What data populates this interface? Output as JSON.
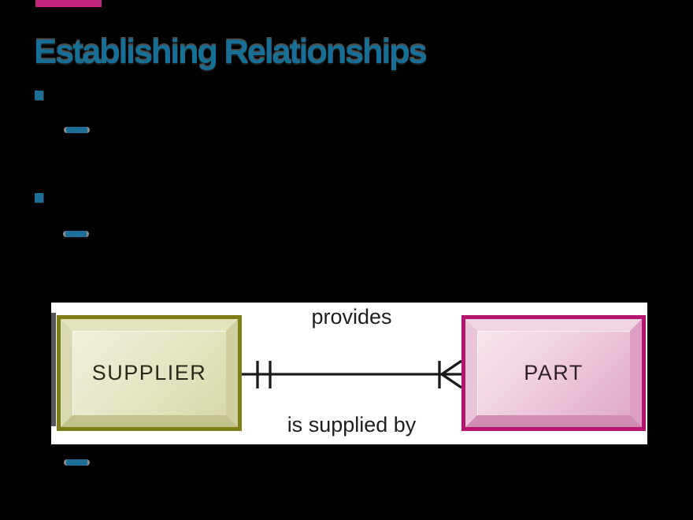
{
  "slide": {
    "title": "Establishing Relationships",
    "title_color": "#166f96",
    "background_color": "#000000",
    "accent_bar_color": "#c0267c",
    "bullet_color": "#1d6f99",
    "bullet_markers": [
      "square",
      "dash",
      "square",
      "dash",
      "dash"
    ]
  },
  "diagram": {
    "type": "entity-relationship",
    "panel_background": "#ffffff",
    "line_color": "#1a1a1a",
    "entities": [
      {
        "name": "SUPPLIER",
        "border_color": "#7e7e17",
        "fill_color": "#e7e7c9"
      },
      {
        "name": "PART",
        "border_color": "#b5156e",
        "fill_color": "#efcfde"
      }
    ],
    "relationship": {
      "label_top": "provides",
      "label_bottom": "is supplied by",
      "supplier_end_notation": "one-and-only-one",
      "part_end_notation": "crow-foot-many"
    }
  }
}
